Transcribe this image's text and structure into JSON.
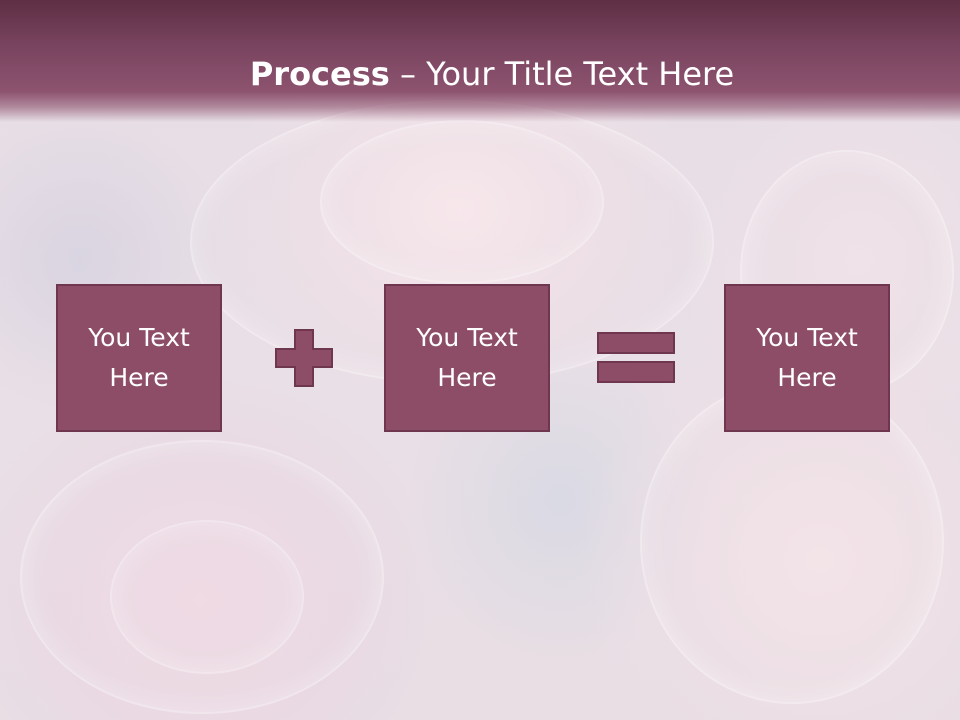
{
  "slide": {
    "title_bold": "Process",
    "title_rest": " – Your Title Text Here",
    "boxes": [
      {
        "text": "You Text Here"
      },
      {
        "text": "You Text Here"
      },
      {
        "text": "You Text Here"
      }
    ],
    "operators": [
      "plus-icon",
      "equals-icon"
    ]
  },
  "colors": {
    "title_band": "#7a4560",
    "box_fill": "#8e4d67",
    "box_border": "#6f3650",
    "text": "#ffffff"
  }
}
